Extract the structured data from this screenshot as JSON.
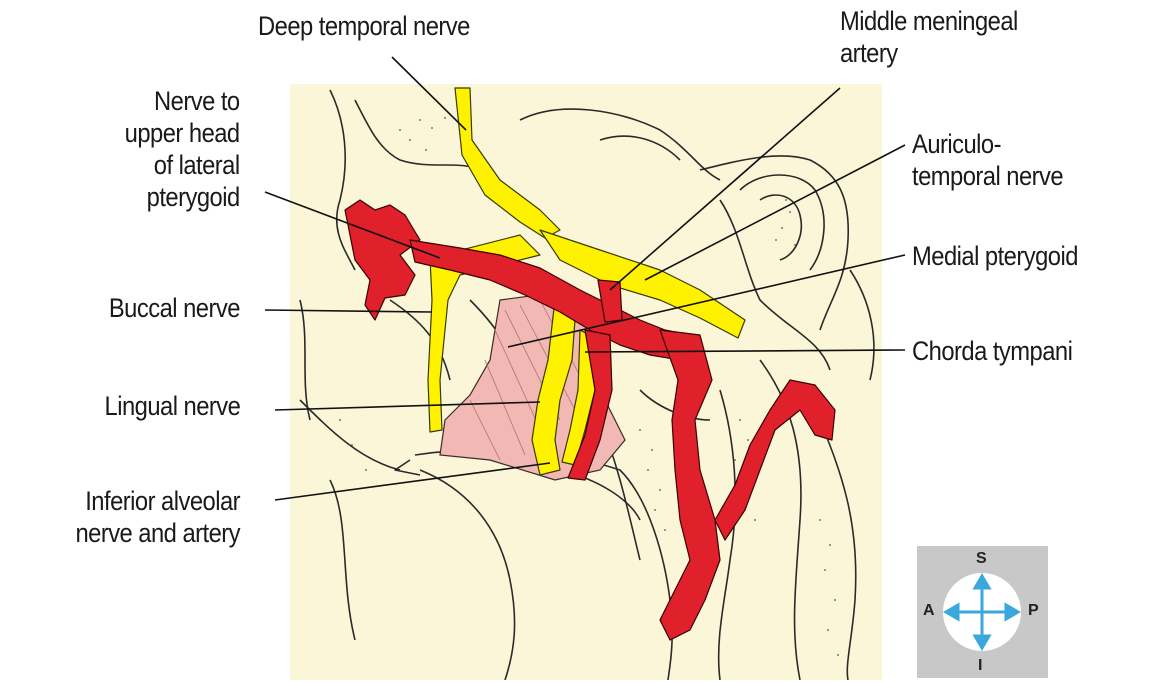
{
  "labels": {
    "deep_temporal": "Deep temporal nerve",
    "middle_meningeal": [
      "Middle meningeal",
      "artery"
    ],
    "nerve_upper_head": [
      "Nerve to",
      "upper head",
      "of lateral",
      "pterygoid"
    ],
    "auriculotemporal": [
      "Auriculo-",
      "temporal nerve"
    ],
    "medial_pterygoid": "Medial pterygoid",
    "buccal": "Buccal nerve",
    "chorda_tympani": "Chorda tympani",
    "lingual": "Lingual nerve",
    "inferior_alveolar": [
      "Inferior alveolar",
      "nerve and artery"
    ]
  },
  "compass": {
    "superior": "S",
    "inferior": "I",
    "anterior": "A",
    "posterior": "P"
  },
  "colors": {
    "background_panel": "#fbf6d8",
    "nerve": "#fff200",
    "artery": "#e0202a",
    "muscle": "#f2b8b4",
    "compass_arrow": "#3aa8dc",
    "compass_bg": "#c8c8c8"
  }
}
